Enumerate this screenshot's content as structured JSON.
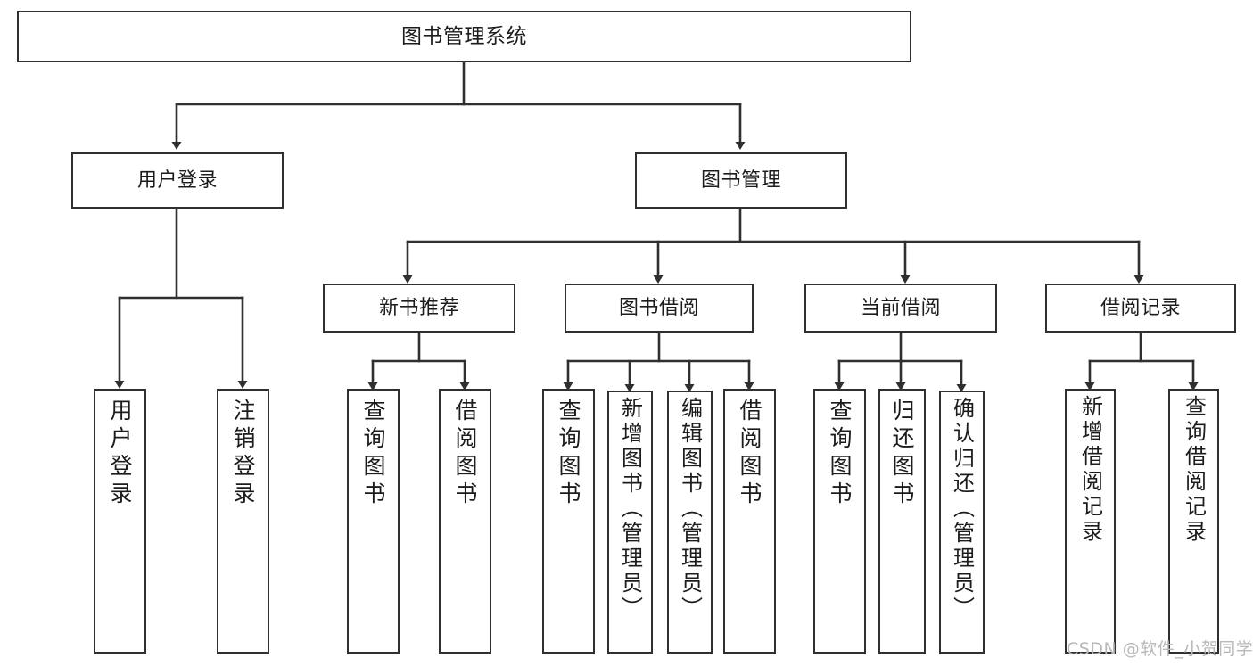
{
  "diagram": {
    "title": "图书管理系统",
    "type": "hierarchy-tree",
    "levels": 4,
    "nodes": {
      "root": {
        "label": "图书管理系统"
      },
      "level2": [
        {
          "id": "user-login",
          "label": "用户登录"
        },
        {
          "id": "book-management",
          "label": "图书管理"
        }
      ],
      "level3": [
        {
          "id": "new-book-recommend",
          "label": "新书推荐"
        },
        {
          "id": "book-borrow",
          "label": "图书借阅"
        },
        {
          "id": "current-borrow",
          "label": "当前借阅"
        },
        {
          "id": "borrow-record",
          "label": "借阅记录"
        }
      ],
      "leaves": {
        "user_login": [
          {
            "id": "leaf-user-login",
            "label": "用户登录"
          },
          {
            "id": "leaf-logout-login",
            "label": "注销登录"
          }
        ],
        "new_book_recommend": [
          {
            "id": "leaf-query-book-1",
            "label": "查询图书"
          },
          {
            "id": "leaf-borrow-book-1",
            "label": "借阅图书"
          }
        ],
        "book_borrow": [
          {
            "id": "leaf-query-book-2",
            "label": "查询图书"
          },
          {
            "id": "leaf-add-book-admin",
            "label": "新增图书（管理员）"
          },
          {
            "id": "leaf-edit-book-admin",
            "label": "编辑图书（管理员）"
          },
          {
            "id": "leaf-borrow-book-2",
            "label": "借阅图书"
          }
        ],
        "current_borrow": [
          {
            "id": "leaf-query-book-3",
            "label": "查询图书"
          },
          {
            "id": "leaf-return-book",
            "label": "归还图书"
          },
          {
            "id": "leaf-confirm-return-admin",
            "label": "确认归还（管理员）"
          }
        ],
        "borrow_record": [
          {
            "id": "leaf-add-borrow-record",
            "label": "新增借阅记录"
          },
          {
            "id": "leaf-query-borrow-record",
            "label": "查询借阅记录"
          }
        ]
      }
    }
  },
  "watermark": {
    "text": "CSDN @软件_小贺同学"
  },
  "colors": {
    "background": "#ffffff",
    "border": "#2f2f2f",
    "text": "#1c1c1c",
    "edge": "#2f2f2f",
    "watermark": "#b9b9b9"
  }
}
